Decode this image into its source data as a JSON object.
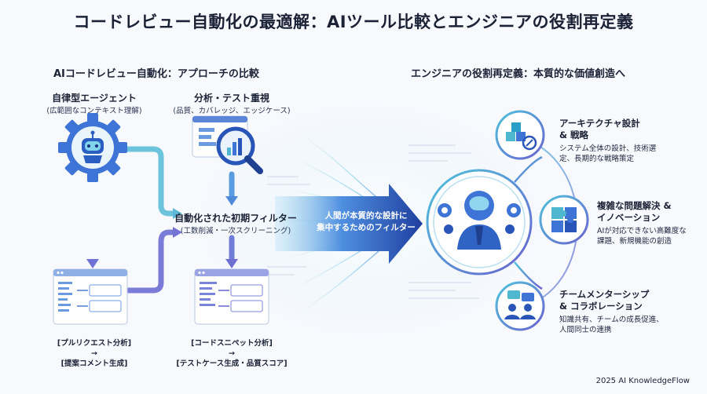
{
  "title": "コードレビュー自動化の最適解：AIツール比較とエンジニアの役割再定義",
  "left_section": {
    "title": "AIコードレビュー自動化：アプローチの比較",
    "agent": {
      "label": "自律型エージェント",
      "sub": "(広範囲なコンテキスト理解)"
    },
    "test": {
      "label": "分析・テスト重視",
      "sub": "(品質、カバレッジ、エッジケース)"
    },
    "filter": {
      "label": "自動化された初期フィルター",
      "sub": "(工数削減・一次スクリーニング)"
    },
    "pr_output": {
      "line1": "[プルリクエスト分析]",
      "arrow": "→",
      "line2": "[提案コメント生成]"
    },
    "code_output": {
      "line1": "[コードスニペット分析]",
      "arrow": "→",
      "line2": "[テストケース生成・品質スコア]"
    }
  },
  "big_arrow": {
    "line1": "人間が本質的な設計に",
    "line2": "集中するためのフィルター"
  },
  "right_section": {
    "title": "エンジニアの役割再定義：本質的な価値創造へ",
    "roles": [
      {
        "title1": "アーキテクチャ設計",
        "title2": "& 戦略",
        "desc1": "システム全体の設計、技術選",
        "desc2": "定、長期的な戦略策定"
      },
      {
        "title1": "複雑な問題解決 &",
        "title2": "イノベーション",
        "desc1": "AIが対応できない高難度な",
        "desc2": "課題、新規機能の創造"
      },
      {
        "title1": "チームメンターシップ",
        "title2": "& コラボレーション",
        "desc1": "知識共有、チームの成長促進、",
        "desc2": "人間同士の連携"
      }
    ]
  },
  "footer": "2025 AI KnowledgeFlow",
  "colors": {
    "accent_blue": "#2f6fd6",
    "teal": "#4fb7cf",
    "purple": "#7a6fd0",
    "navy": "#1f3f8f"
  }
}
